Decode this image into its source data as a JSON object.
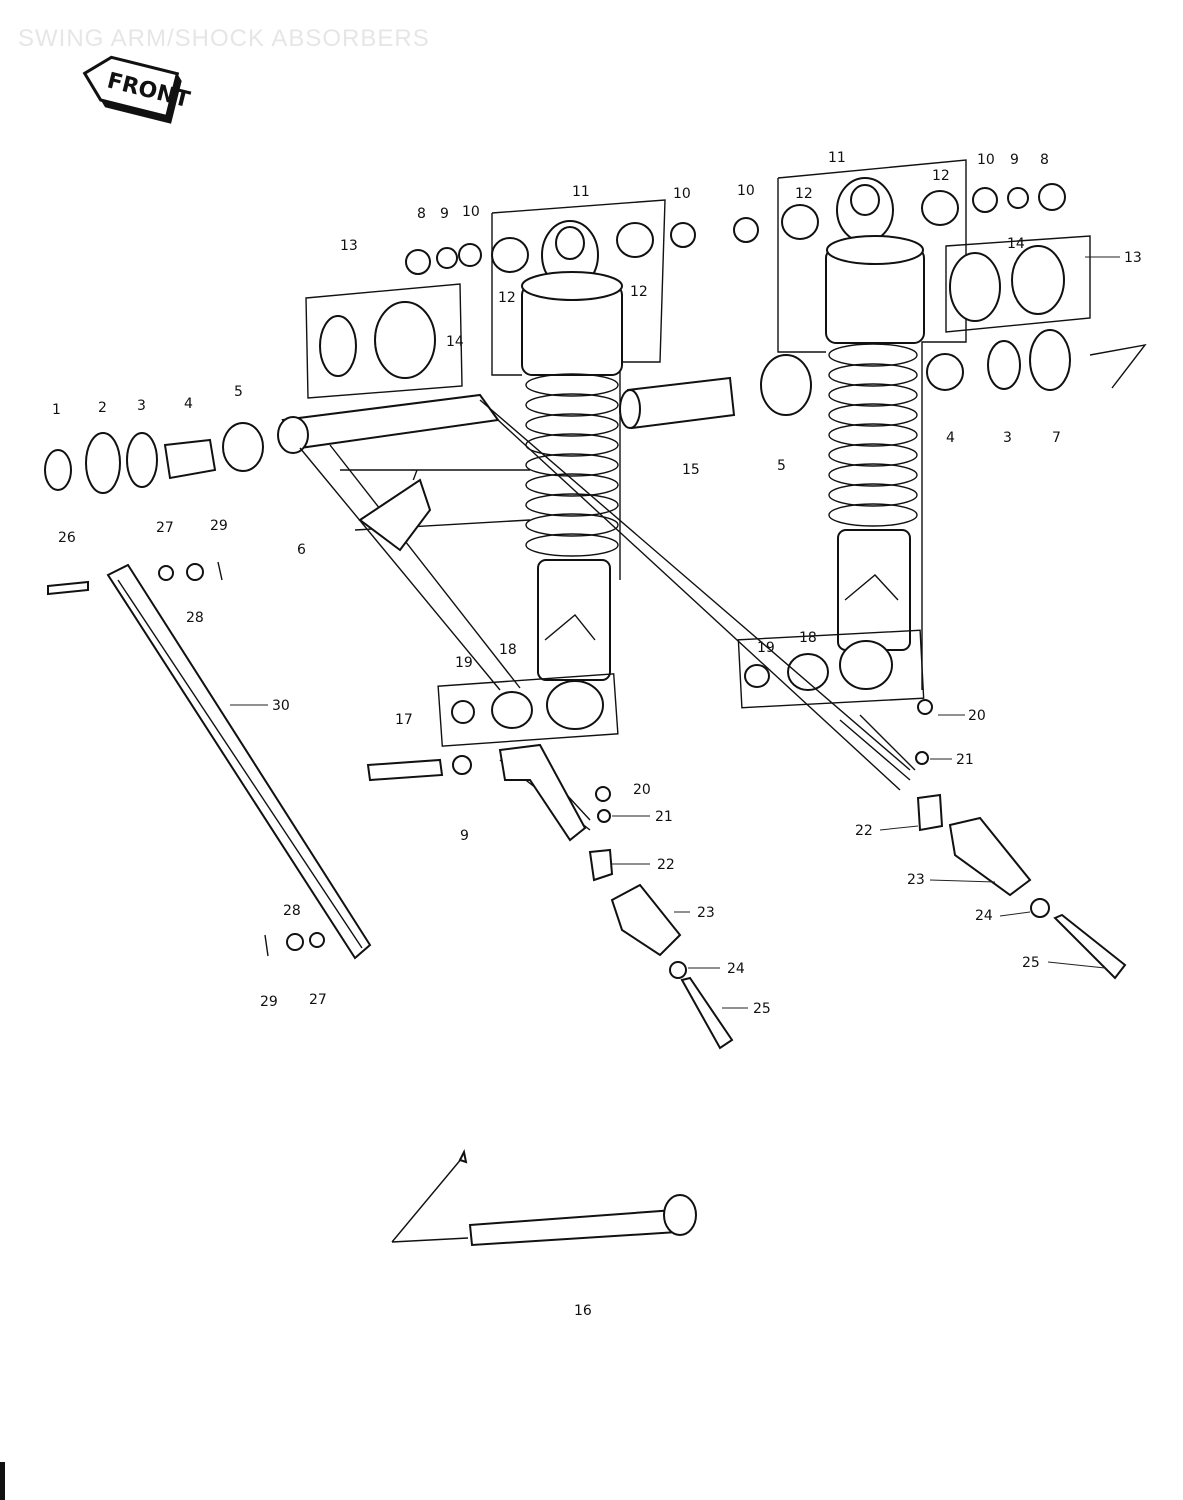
{
  "page": {
    "title": "SWING ARM/SHOCK ABSORBERS",
    "front_label": "FRONT",
    "page_number": "16"
  },
  "labels": {
    "l1": "1",
    "l2": "2",
    "l3": "3",
    "l4a": "4",
    "l5a": "5",
    "l6a": "6",
    "l7a": "7",
    "l8a": "8",
    "l9a": "9",
    "l10a": "10",
    "l11a": "11",
    "l12a": "12",
    "l12b": "12",
    "l13a": "13",
    "l14a": "14",
    "l10b": "10",
    "l10c": "10",
    "l11b": "11",
    "l12c": "12",
    "l12d": "12",
    "l10d": "10",
    "l9b": "9",
    "l8b": "8",
    "l14b": "14",
    "l13b": "13",
    "l4b": "4",
    "l3b": "3",
    "l7b": "7",
    "l5b": "5",
    "l15": "15",
    "l26": "26",
    "l27a": "27",
    "l29a": "29",
    "l28a": "28",
    "l30": "30",
    "l19a": "19",
    "l18a": "18",
    "l17": "17",
    "l9c": "9",
    "l20a": "20",
    "l21a": "21",
    "l22a": "22",
    "l23a": "23",
    "l24a": "24",
    "l25a": "25",
    "l19b": "19",
    "l18b": "18",
    "l20b": "20",
    "l21b": "21",
    "l22b": "22",
    "l23b": "23",
    "l24b": "24",
    "l25b": "25",
    "l28b": "28",
    "l29b": "29",
    "l27b": "27"
  }
}
